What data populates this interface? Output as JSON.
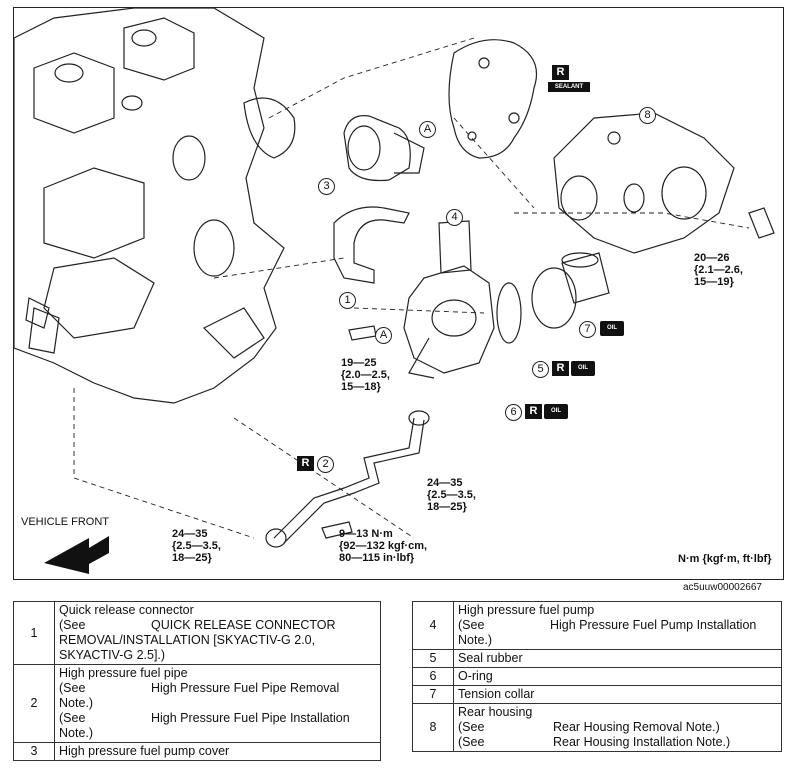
{
  "figure": {
    "callouts": {
      "c1": "1",
      "c2": "2",
      "c3": "3",
      "c4": "4",
      "c5": "5",
      "c6": "6",
      "c7": "7",
      "c8": "8"
    },
    "marks": {
      "A": "A",
      "R": "R",
      "oil": "OIL",
      "sealant": "SEALANT"
    },
    "vehicle_front": "VEHICLE FRONT",
    "unit_legend": "N·m {kgf·m, ft·lbf}",
    "torque": {
      "t1": "20—26\n{2.1—2.6,\n15—19}",
      "t2": "19—25\n{2.0—2.5,\n15—18}",
      "t3": "24—35\n{2.5—3.5,\n18—25}",
      "t4": "24—35\n{2.5—3.5,\n18—25}",
      "t5": "9—13 N·m\n{92—132 kgf·cm,\n80—115 in·lbf}"
    },
    "image_code": "ac5uuw00002667"
  },
  "parts_left": [
    {
      "num": "1",
      "name": "Quick release connector",
      "see1_a": "(See",
      "see1_b": "QUICK RELEASE CONNECTOR",
      "cont": "REMOVAL/INSTALLATION [SKYACTIV-G 2.0,",
      "cont2": "SKYACTIV-G 2.5].)"
    },
    {
      "num": "2",
      "name": "High pressure fuel pipe",
      "see1_a": "(See",
      "see1_b": "High Pressure Fuel Pipe Removal",
      "see1_c": "Note.)",
      "see2_a": "(See",
      "see2_b": "High Pressure Fuel Pipe Installation",
      "see2_c": "Note.)"
    },
    {
      "num": "3",
      "name": "High pressure fuel pump cover"
    }
  ],
  "parts_right": [
    {
      "num": "4",
      "name": "High pressure fuel pump",
      "see1_a": "(See",
      "see1_b": "High Pressure Fuel Pump Installation",
      "see1_c": "Note.)"
    },
    {
      "num": "5",
      "name": "Seal rubber"
    },
    {
      "num": "6",
      "name": "O-ring"
    },
    {
      "num": "7",
      "name": "Tension collar"
    },
    {
      "num": "8",
      "name": "Rear housing",
      "see1_a": "(See",
      "see1_b": "Rear Housing Removal Note.)",
      "see2_a": "(See",
      "see2_b": "Rear Housing Installation Note.)"
    }
  ]
}
